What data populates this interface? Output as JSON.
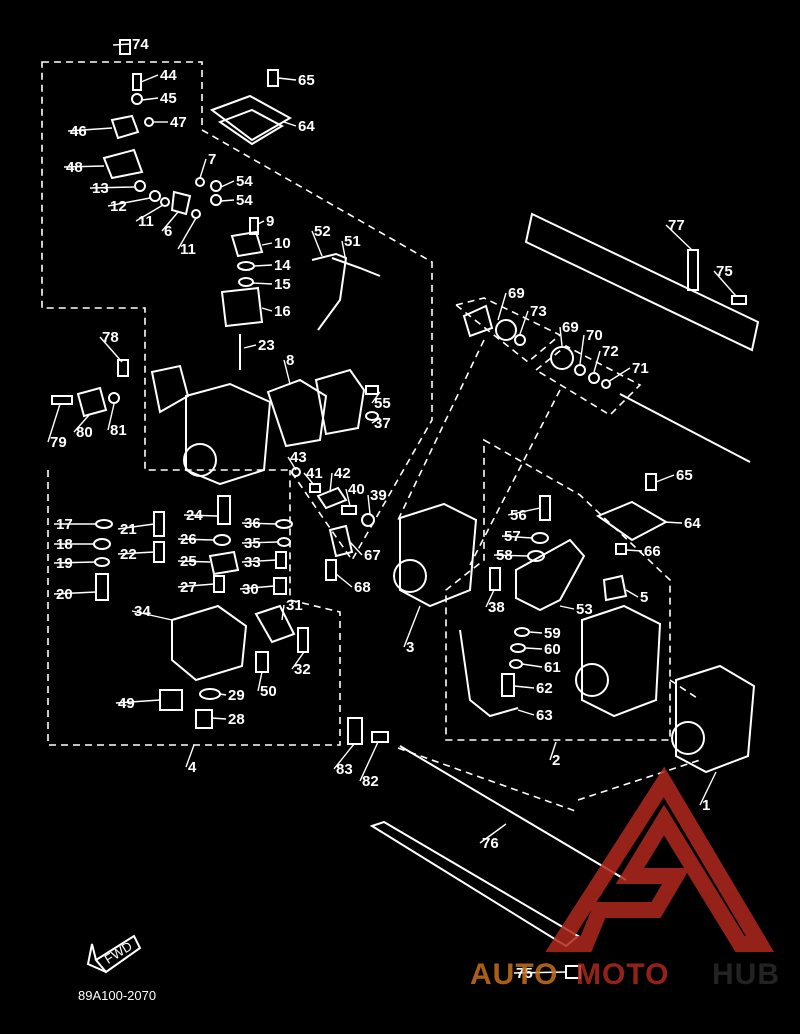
{
  "diagram": {
    "drawing_code": "89A100-2070",
    "fwd_label": "FWD",
    "callouts": [
      {
        "id": "74",
        "n": "74"
      },
      {
        "id": "44",
        "n": "44"
      },
      {
        "id": "45",
        "n": "45"
      },
      {
        "id": "47",
        "n": "47"
      },
      {
        "id": "46",
        "n": "46"
      },
      {
        "id": "48",
        "n": "48"
      },
      {
        "id": "13",
        "n": "13"
      },
      {
        "id": "12",
        "n": "12"
      },
      {
        "id": "11a",
        "n": "11"
      },
      {
        "id": "6",
        "n": "6"
      },
      {
        "id": "11b",
        "n": "11"
      },
      {
        "id": "7",
        "n": "7"
      },
      {
        "id": "54a",
        "n": "54"
      },
      {
        "id": "54b",
        "n": "54"
      },
      {
        "id": "65a",
        "n": "65"
      },
      {
        "id": "64a",
        "n": "64"
      },
      {
        "id": "9",
        "n": "9"
      },
      {
        "id": "10",
        "n": "10"
      },
      {
        "id": "14",
        "n": "14"
      },
      {
        "id": "15",
        "n": "15"
      },
      {
        "id": "16",
        "n": "16"
      },
      {
        "id": "23",
        "n": "23"
      },
      {
        "id": "52",
        "n": "52"
      },
      {
        "id": "51",
        "n": "51"
      },
      {
        "id": "8",
        "n": "8"
      },
      {
        "id": "55",
        "n": "55"
      },
      {
        "id": "37",
        "n": "37"
      },
      {
        "id": "78",
        "n": "78"
      },
      {
        "id": "79",
        "n": "79"
      },
      {
        "id": "80",
        "n": "80"
      },
      {
        "id": "81",
        "n": "81"
      },
      {
        "id": "43",
        "n": "43"
      },
      {
        "id": "41",
        "n": "41"
      },
      {
        "id": "42",
        "n": "42"
      },
      {
        "id": "40",
        "n": "40"
      },
      {
        "id": "39",
        "n": "39"
      },
      {
        "id": "17",
        "n": "17"
      },
      {
        "id": "21",
        "n": "21"
      },
      {
        "id": "24",
        "n": "24"
      },
      {
        "id": "36",
        "n": "36"
      },
      {
        "id": "18",
        "n": "18"
      },
      {
        "id": "26",
        "n": "26"
      },
      {
        "id": "35",
        "n": "35"
      },
      {
        "id": "22",
        "n": "22"
      },
      {
        "id": "19",
        "n": "19"
      },
      {
        "id": "25",
        "n": "25"
      },
      {
        "id": "33",
        "n": "33"
      },
      {
        "id": "20",
        "n": "20"
      },
      {
        "id": "27",
        "n": "27"
      },
      {
        "id": "30",
        "n": "30"
      },
      {
        "id": "34",
        "n": "34"
      },
      {
        "id": "31",
        "n": "31"
      },
      {
        "id": "32",
        "n": "32"
      },
      {
        "id": "49",
        "n": "49"
      },
      {
        "id": "29",
        "n": "29"
      },
      {
        "id": "50",
        "n": "50"
      },
      {
        "id": "28",
        "n": "28"
      },
      {
        "id": "4",
        "n": "4"
      },
      {
        "id": "67",
        "n": "67"
      },
      {
        "id": "68",
        "n": "68"
      },
      {
        "id": "3",
        "n": "3"
      },
      {
        "id": "38",
        "n": "38"
      },
      {
        "id": "69a",
        "n": "69"
      },
      {
        "id": "73",
        "n": "73"
      },
      {
        "id": "69b",
        "n": "69"
      },
      {
        "id": "70",
        "n": "70"
      },
      {
        "id": "72",
        "n": "72"
      },
      {
        "id": "71",
        "n": "71"
      },
      {
        "id": "77",
        "n": "77"
      },
      {
        "id": "75a",
        "n": "75"
      },
      {
        "id": "65b",
        "n": "65"
      },
      {
        "id": "64b",
        "n": "64"
      },
      {
        "id": "56",
        "n": "56"
      },
      {
        "id": "57",
        "n": "57"
      },
      {
        "id": "58",
        "n": "58"
      },
      {
        "id": "66",
        "n": "66"
      },
      {
        "id": "53",
        "n": "53"
      },
      {
        "id": "5",
        "n": "5"
      },
      {
        "id": "59",
        "n": "59"
      },
      {
        "id": "60",
        "n": "60"
      },
      {
        "id": "61",
        "n": "61"
      },
      {
        "id": "62",
        "n": "62"
      },
      {
        "id": "63",
        "n": "63"
      },
      {
        "id": "2",
        "n": "2"
      },
      {
        "id": "1",
        "n": "1"
      },
      {
        "id": "83",
        "n": "83"
      },
      {
        "id": "82",
        "n": "82"
      },
      {
        "id": "76",
        "n": "76"
      },
      {
        "id": "75b",
        "n": "75"
      }
    ]
  },
  "watermark": {
    "word_a": "AUTO",
    "word_b": "MOTO",
    "word_c": "HUB",
    "color_a": "#c8701a",
    "color_b": "#b0281e",
    "color_c": "#2a2a2a"
  }
}
